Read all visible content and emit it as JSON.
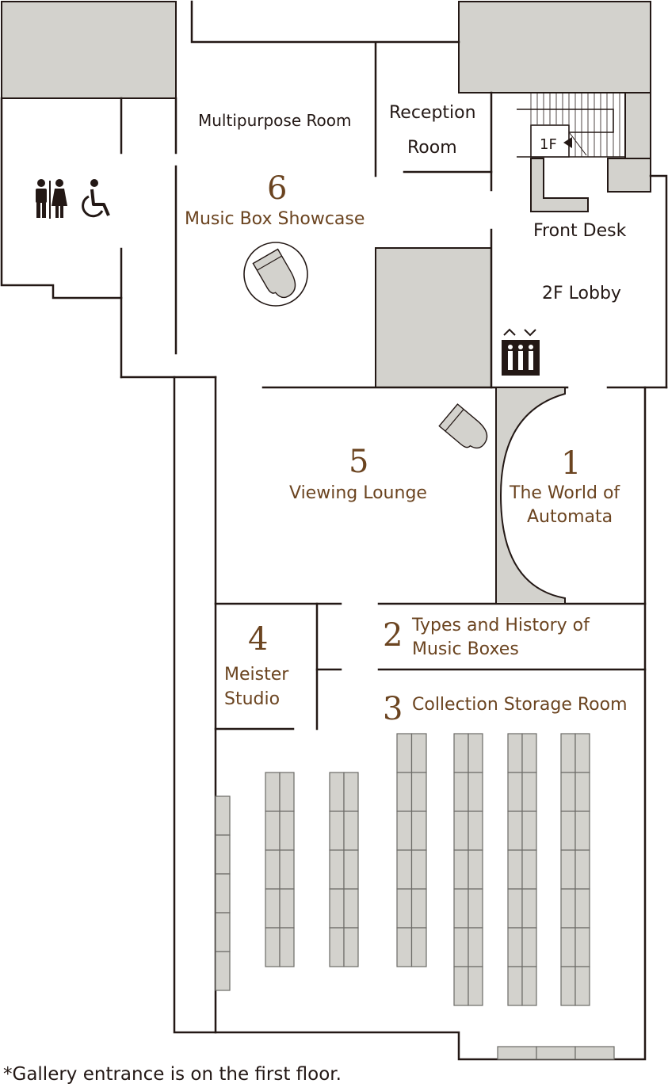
{
  "rooms": {
    "multipurpose": "Multipurpose Room",
    "reception_line1": "Reception",
    "reception_line2": "Room",
    "front_desk": "Front Desk",
    "lobby": "2F Lobby",
    "stair_floor": "1F"
  },
  "exhibits": [
    {
      "number": "1",
      "line1": "The World of",
      "line2": "Automata"
    },
    {
      "number": "2",
      "line1": "Types and History of",
      "line2": "Music Boxes"
    },
    {
      "number": "3",
      "line1": "Collection Storage Room",
      "line2": ""
    },
    {
      "number": "4",
      "line1": "Meister",
      "line2": "Studio"
    },
    {
      "number": "5",
      "line1": "Viewing Lounge",
      "line2": ""
    },
    {
      "number": "6",
      "line1": "Music Box Showcase",
      "line2": ""
    }
  ],
  "icons": {
    "restroom": "restroom-icon",
    "accessible": "wheelchair-icon",
    "elevator": "elevator-icon",
    "grand_piano": "grand-piano-icon"
  },
  "colors": {
    "wall": "#231815",
    "fill": "#d3d2cd",
    "exhibit_label": "#6b4420"
  },
  "footnote": "*Gallery entrance is on the first floor."
}
